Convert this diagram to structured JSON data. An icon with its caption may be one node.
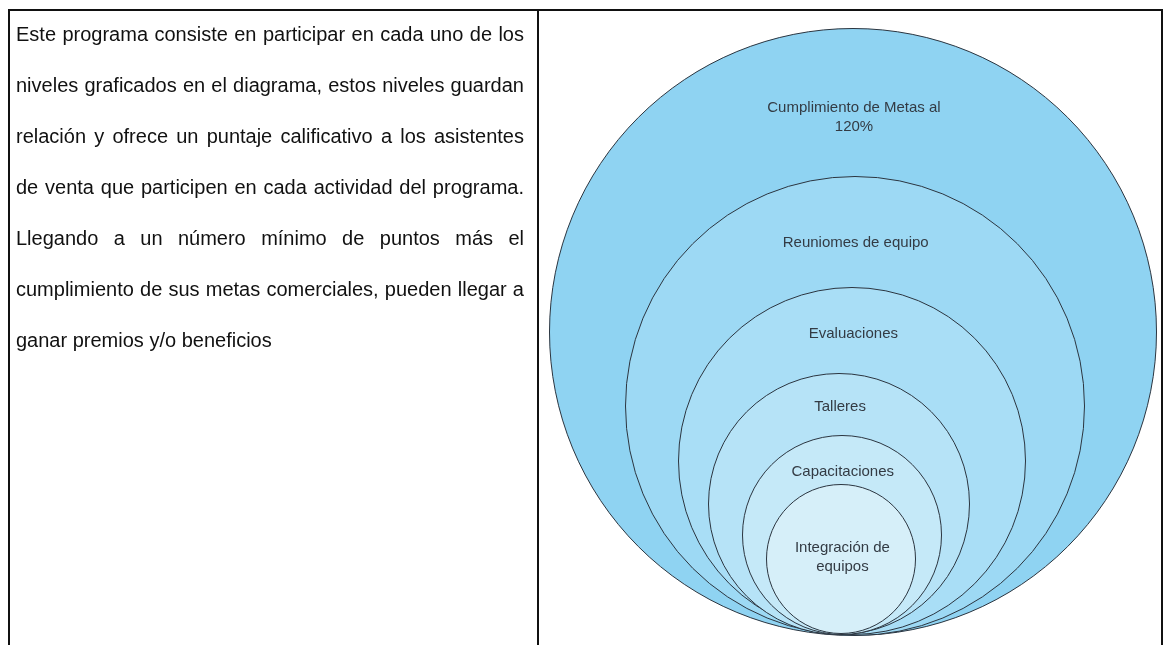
{
  "diagram": {
    "nodes": [
      {
        "text": [
          "Cumplimiento de Metas al 120%"
        ]
      },
      {
        "text": [
          "Reuniomes de equipo"
        ],
        "in": 0
      },
      {
        "text": [
          "Evaluaciones"
        ],
        "in": 1
      },
      {
        "text": [
          "Talleres"
        ],
        "in": 2
      },
      {
        "text": [
          "Capacitaciones"
        ],
        "in": 3
      },
      {
        "text": [
          "Integración de equipos"
        ],
        "in": 4
      }
    ],
    "labels": [
      "Este programa consiste en participar en cada uno de los niveles graficados en el diagrama, estos niveles guardan relación y ofrece un puntaje calificativo a los asistentes de venta que participen en cada actividad del programa. Llegando a un número mínimo de puntos más el cumplimiento de sus metas comerciales, pueden llegar a ganar premios y/o beneficios"
    ]
  }
}
